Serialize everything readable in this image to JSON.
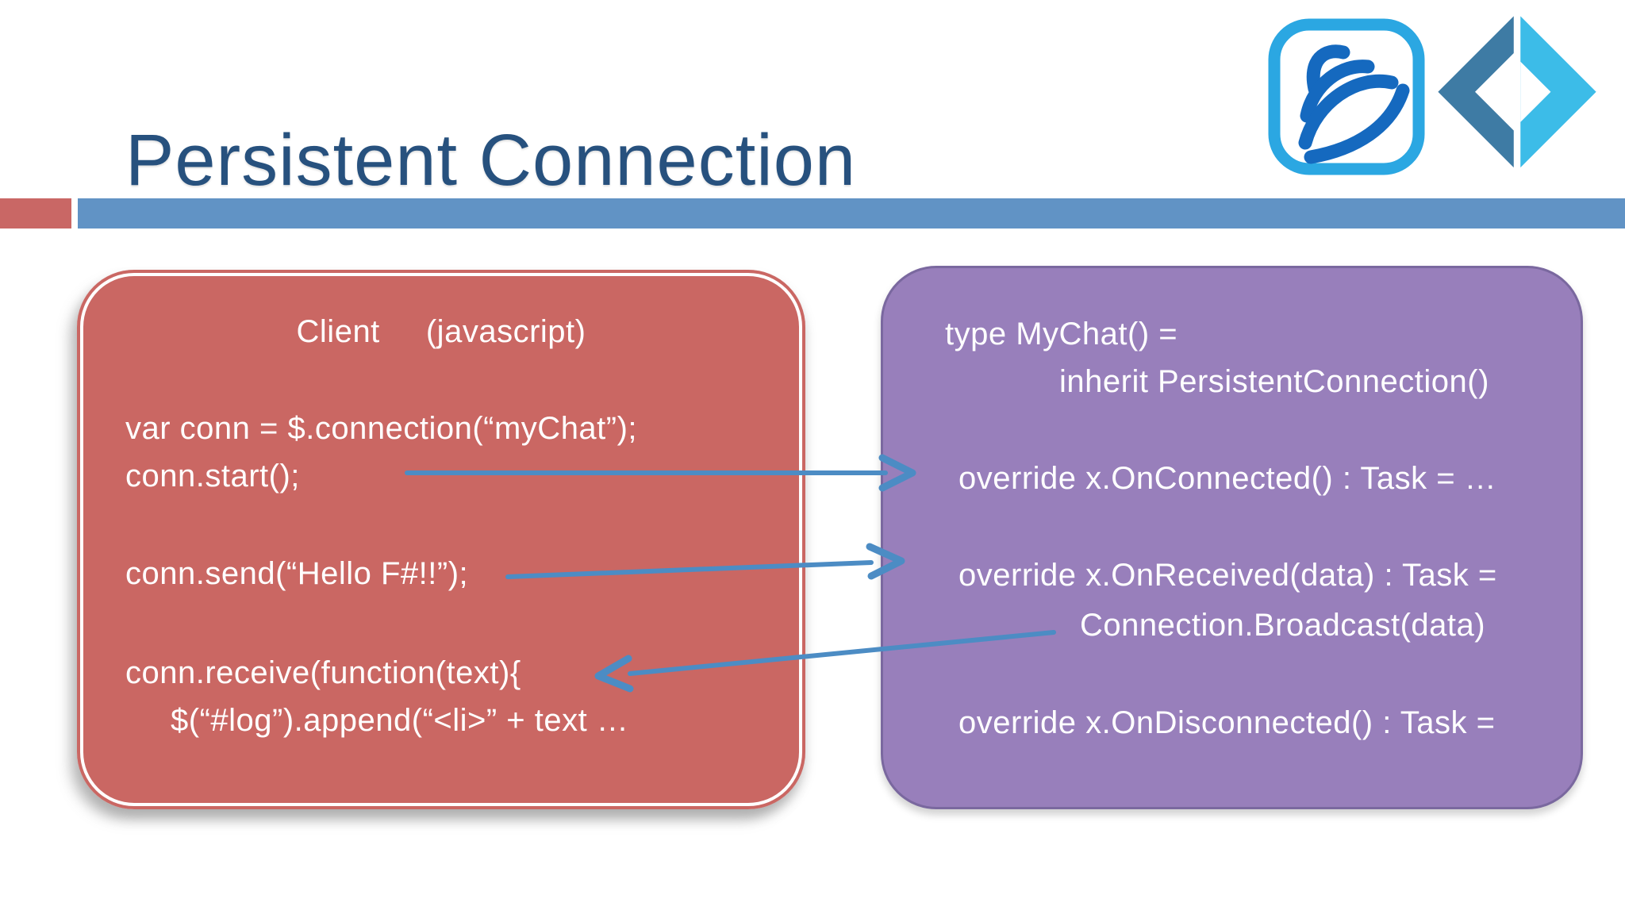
{
  "slide": {
    "title": "Persistent Connection",
    "colors": {
      "title": "#27517E",
      "bar_red": "#C96765",
      "bar_blue": "#6193C5",
      "client_box_fill": "#CA6763",
      "server_box_fill": "#987FBB",
      "server_box_border": "#7A689F",
      "arrow": "#4C8CC4",
      "code_text": "#FFFFFF",
      "signalr_frame": "#2BA7E2",
      "signalr_strokes": "#1569BF",
      "fsharp_left": "#3E7BA4",
      "fsharp_right": "#3CBCE8"
    },
    "client_box": {
      "header": "Client     (javascript)",
      "lines": [
        "var conn = $.connection(“myChat”);",
        "conn.start();",
        "conn.send(“Hello F#!!”);",
        "conn.receive(function(text){",
        "$(“#log”).append(“<li>” + text …"
      ]
    },
    "server_box": {
      "lines": [
        "type MyChat() =",
        "inherit PersistentConnection()",
        "override x.OnConnected() : Task = …",
        "override x.OnReceived(data) : Task =",
        "Connection.Broadcast(data)",
        "override x.OnDisconnected() : Task ="
      ]
    },
    "logos": {
      "signalr": "SignalR logo",
      "fsharp": "F# logo"
    },
    "arrows": [
      {
        "from": "conn.start()",
        "to": "override x.OnConnected()"
      },
      {
        "from": "conn.send()",
        "to": "override x.OnReceived(data)"
      },
      {
        "from": "Connection.Broadcast(data)",
        "to": "conn.receive(function(text){"
      }
    ]
  }
}
